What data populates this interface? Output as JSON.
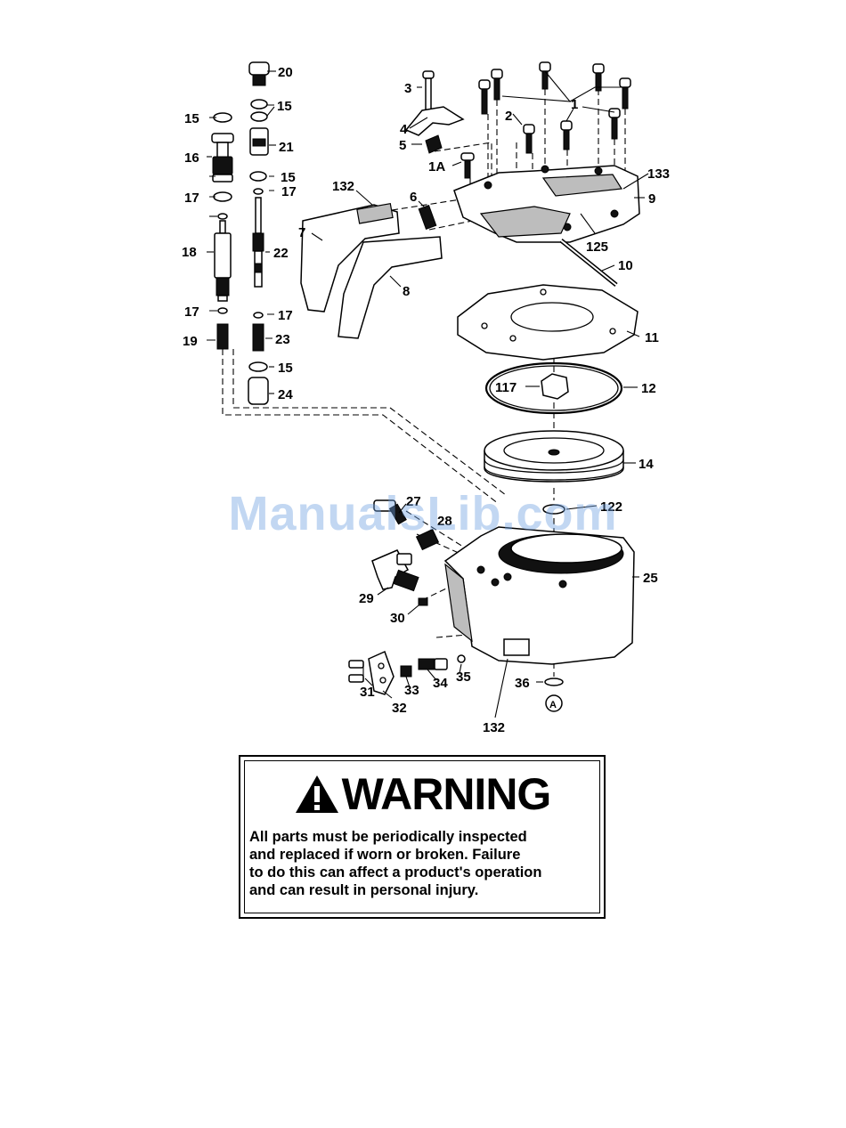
{
  "watermark": "ManualsLib.com",
  "callouts": [
    "20",
    "15",
    "3",
    "1",
    "2",
    "4",
    "5",
    "1A",
    "21",
    "16",
    "15",
    "15",
    "17",
    "17",
    "132",
    "6",
    "133",
    "9",
    "7",
    "18",
    "22",
    "8",
    "125",
    "10",
    "17",
    "17",
    "11",
    "19",
    "23",
    "15",
    "24",
    "117",
    "12",
    "14",
    "27",
    "122",
    "28",
    "25",
    "29",
    "30",
    "36",
    "31",
    "33",
    "34",
    "35",
    "32",
    "132"
  ],
  "ref_marker": "A",
  "warning": {
    "title": "WARNING",
    "lines": [
      "All parts must be periodically inspected",
      "and replaced if worn or broken. Failure",
      "to do this can affect a product's operation",
      "and can result in personal injury."
    ]
  }
}
